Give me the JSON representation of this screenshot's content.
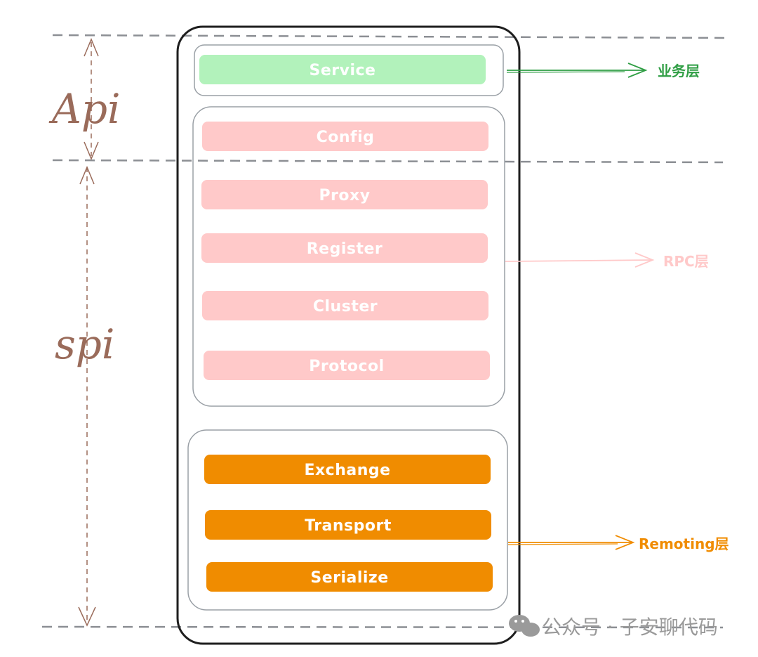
{
  "colors": {
    "api_spi": "#9a6b5a",
    "dashed_line": "#8c8f94",
    "outer_border": "#1e1e1e",
    "group_border": "#9aa0a6",
    "service_fill": "#b2f2bb",
    "service_text": "#ffffff",
    "biz_color": "#2f9e44",
    "rpc_fill": "#ffc9c9",
    "rpc_text": "#ffffff",
    "rpc_color": "#ffc9c9",
    "remoting_fill": "#f08c00",
    "remoting_text": "#ffffff",
    "remoting_color": "#f08c00",
    "watermark": "#9a9a9a"
  },
  "left_labels": {
    "api": "Api",
    "spi": "spi"
  },
  "layers": {
    "business": {
      "boxes": [
        "Service"
      ],
      "label": "业务层"
    },
    "rpc": {
      "boxes": [
        "Config",
        "Proxy",
        "Register",
        "Cluster",
        "Protocol"
      ],
      "label": "RPC层"
    },
    "remoting": {
      "boxes": [
        "Exchange",
        "Transport",
        "Serialize"
      ],
      "label": "Remoting层"
    }
  },
  "watermark": {
    "text": "公众号 · 子安聊代码",
    "icon": "wechat-icon"
  }
}
